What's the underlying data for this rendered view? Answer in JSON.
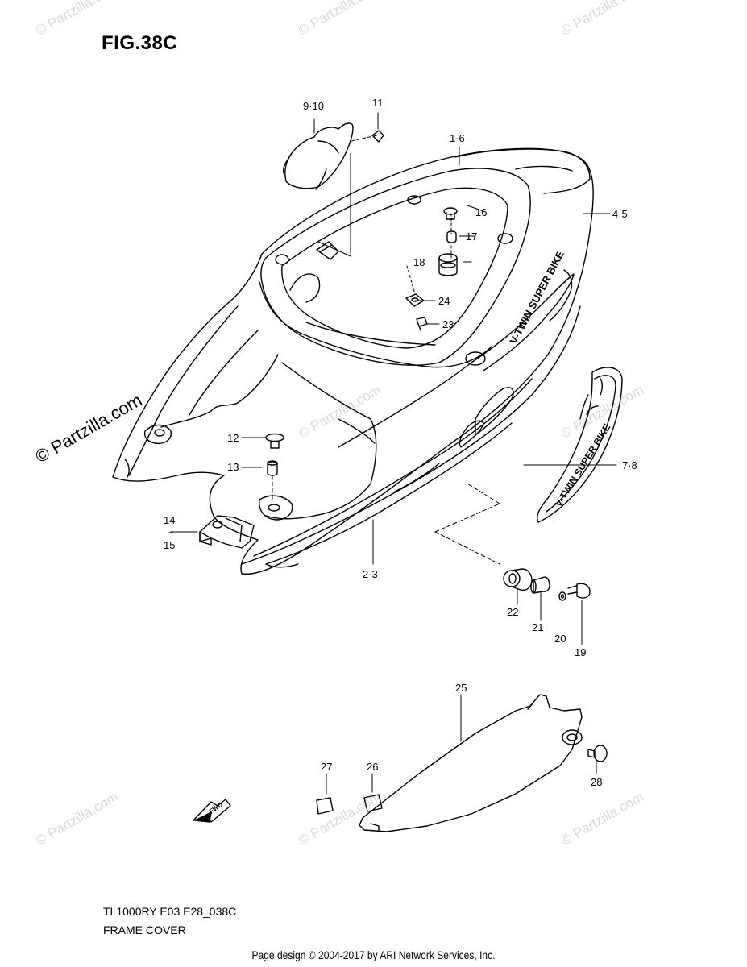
{
  "figure": {
    "title": "FIG.38C",
    "model_code": "TL1000RY E03 E28_038C",
    "assembly_name": "FRAME COVER",
    "credit": "Page design © 2004-2017 by ARI Network Services, Inc."
  },
  "watermark": {
    "text": "© Partzilla.com",
    "big_text": "© Partzilla.com"
  },
  "stripe_text": "V-TWIN SUPER BIKE",
  "fwd_label": "FWD",
  "callouts": {
    "c9_10": "9·10",
    "c11": "11",
    "c1_6": "1·6",
    "c4_5": "4·5",
    "c16": "16",
    "c17": "17",
    "c18": "18",
    "c24": "24",
    "c23": "23",
    "c12": "12",
    "c13": "13",
    "c14": "14",
    "c15": "15",
    "c2_3": "2·3",
    "c7_8": "7·8",
    "c22": "22",
    "c21": "21",
    "c20": "20",
    "c19": "19",
    "c25": "25",
    "c27": "27",
    "c26": "26",
    "c28": "28"
  }
}
